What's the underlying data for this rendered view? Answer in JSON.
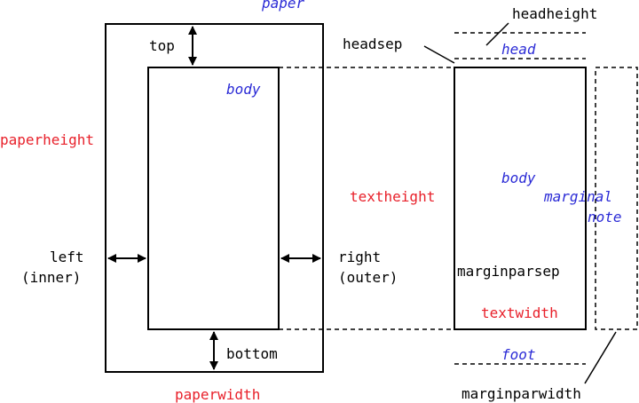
{
  "colors": {
    "ink": "#000000",
    "area_name": "#2b2bd6",
    "dimension_name": "#e8202a"
  },
  "labels": {
    "paper": "paper",
    "body_left": "body",
    "body_right": "body",
    "head": "head",
    "foot": "foot",
    "marginal_note_line1": "marginal",
    "marginal_note_line2": "note",
    "paperheight": "paperheight",
    "paperwidth": "paperwidth",
    "textheight": "textheight",
    "textwidth": "textwidth",
    "top": "top",
    "bottom": "bottom",
    "left_line1": "left",
    "left_line2": "(inner)",
    "right_line1": "right",
    "right_line2": "(outer)",
    "headheight": "headheight",
    "headsep": "headsep",
    "marginparsep": "marginparsep",
    "marginparwidth": "marginparwidth"
  }
}
